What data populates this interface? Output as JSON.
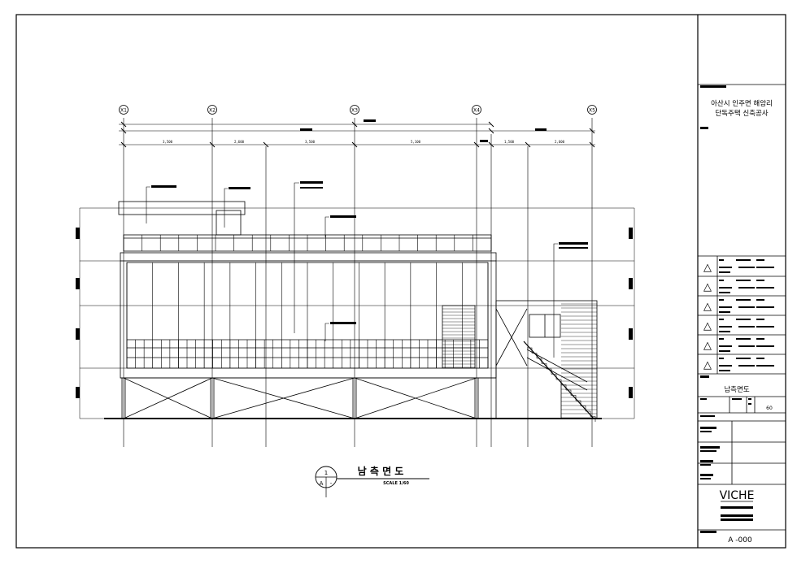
{
  "grid_labels": [
    "X1",
    "X2",
    "X3",
    "X4",
    "X5"
  ],
  "dimensions": {
    "sub": [
      "3,500",
      "2,600",
      "3,500",
      "5,100",
      "1,500",
      "2,600"
    ]
  },
  "title_block": {
    "project_line1": "아산시 인주면 해암리",
    "project_line2": "단독주택 신축공사",
    "revision_symbol": "△",
    "drawing_name": "남측면도",
    "scale_value": "60",
    "logo": "VICHE",
    "sheet_no": "A -000"
  },
  "view_title": {
    "number": "1",
    "sheet_ref": "A",
    "sheet_dash": "-",
    "title": "남 측 면 도",
    "scale": "SCALE 1/60"
  },
  "colors": {
    "line": "#000000",
    "paper": "#ffffff"
  }
}
